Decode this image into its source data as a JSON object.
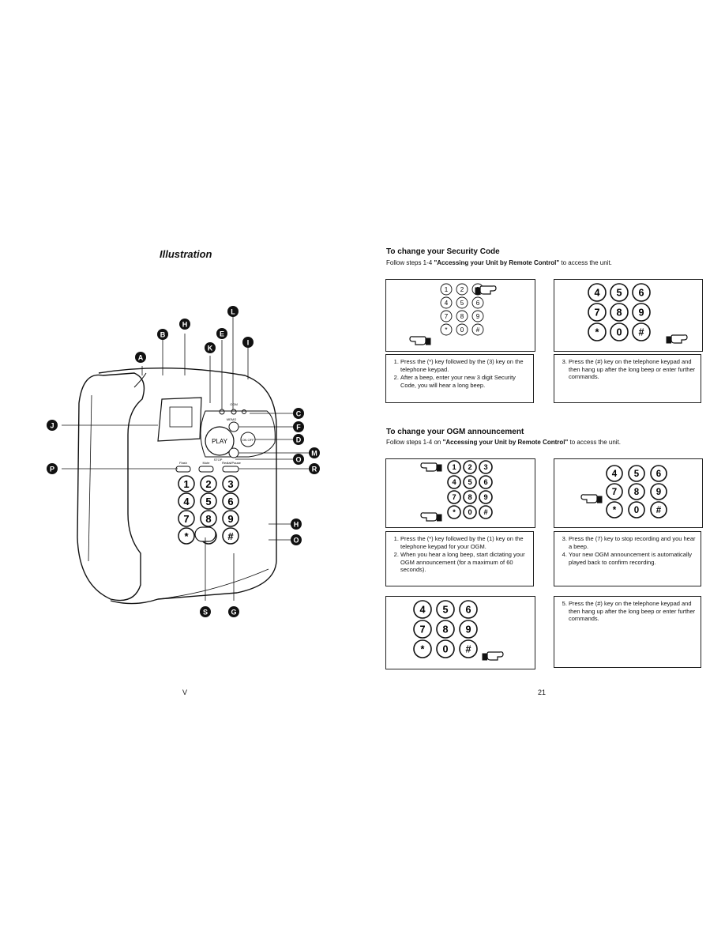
{
  "left_page": {
    "title": "Illustration",
    "page_number": "V",
    "callouts": [
      "A",
      "B",
      "C",
      "D",
      "E",
      "F",
      "G",
      "H",
      "I",
      "J",
      "K",
      "L",
      "M",
      "O",
      "P",
      "R",
      "S"
    ],
    "phone_labels": {
      "play": "PLAY",
      "flash": "Flash",
      "mute": "Mute",
      "redial": "Redial/Pause",
      "memo": "MEMO",
      "stop": "STOP",
      "onoff": "ON OFF",
      "ogm": "OGM",
      "keys": [
        "1",
        "2",
        "3",
        "4",
        "5",
        "6",
        "7",
        "8",
        "9",
        "*",
        "0",
        "#"
      ]
    }
  },
  "right_page": {
    "page_number": "21",
    "section1": {
      "title": "To change your Security Code",
      "subtitle_prefix": "Follow steps 1-4 ",
      "subtitle_bold": "\"Accessing your Unit by Remote Control\"",
      "subtitle_suffix": " to access the unit.",
      "box_left_steps": [
        "Press the (*) key followed by the (3) key on the telephone keypad.",
        "After a beep, enter your new 3 digit Security Code, you will hear a long beep."
      ],
      "box_right_steps": [
        "Press the (#) key on the telephone keypad and then hang up after the long beep or enter further commands."
      ],
      "box_right_start": 3
    },
    "section2": {
      "title": "To change your OGM announcement",
      "subtitle_prefix": "Follow steps 1-4 on ",
      "subtitle_bold": "\"Accessing your Unit by Remote Control\"",
      "subtitle_suffix": " to access the unit.",
      "box_left_steps": [
        "Press the (*) key followed by the (1) key on the telephone keypad for your OGM.",
        "When you hear a long beep, start dictating your OGM announcement (for a maximum of 60 seconds)."
      ],
      "box_right_steps": [
        "Press the (7) key to stop recording and you hear a beep.",
        "Your new OGM announcement is automatically played back to confirm recording."
      ],
      "box_right_start": 3,
      "box_bottom_steps": [
        "Press the (#) key on the telephone keypad and then hang up after the long beep or enter further commands."
      ],
      "box_bottom_start": 5
    },
    "keypad_keys": [
      "1",
      "2",
      "3",
      "4",
      "5",
      "6",
      "7",
      "8",
      "9",
      "*",
      "0",
      "#"
    ]
  }
}
